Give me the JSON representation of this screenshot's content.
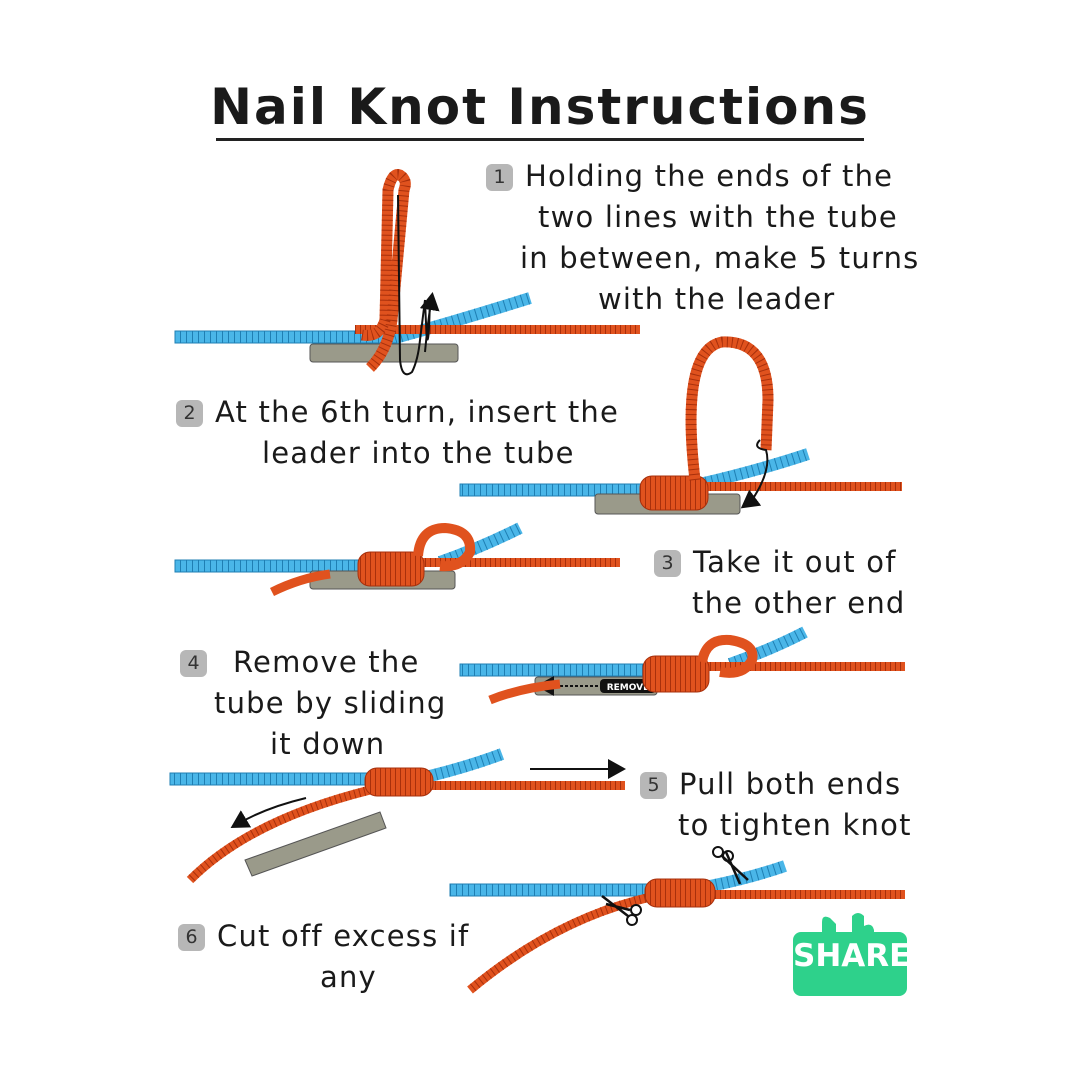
{
  "title": "Nail Knot Instructions",
  "steps": [
    {
      "num": "1",
      "lines": [
        "Holding the ends of the",
        "two lines with the tube",
        "in between, make 5 turns",
        "with the leader"
      ]
    },
    {
      "num": "2",
      "lines": [
        "At the 6th turn, insert the",
        "leader into the tube"
      ]
    },
    {
      "num": "3",
      "lines": [
        "Take it out of",
        "the other end"
      ]
    },
    {
      "num": "4",
      "lines": [
        "Remove the",
        "tube by sliding",
        "it down"
      ]
    },
    {
      "num": "5",
      "lines": [
        "Pull both ends",
        "to tighten knot"
      ]
    },
    {
      "num": "6",
      "lines": [
        "Cut off excess if",
        "any"
      ]
    }
  ],
  "remove_label": "REMOVE",
  "share_label": "SHARE",
  "colors": {
    "leader_line": "#e0521e",
    "fly_line": "#4ab6e8",
    "tube": "#9a9a8a",
    "share_badge": "#2ed18b",
    "step_badge": "#b7b7b7"
  },
  "icons": [
    "scissors-icon",
    "arrow-icon",
    "share-icon"
  ]
}
